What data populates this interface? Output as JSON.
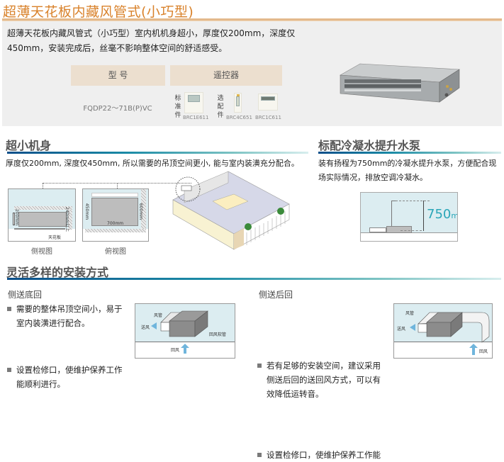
{
  "header": {
    "title": "超薄天花板内藏风管式(小巧型)",
    "intro_line1": "超薄天花板内藏风管式（小巧型）室内机机身超小，厚度仅200mm，深度仅",
    "intro_line2": "450mm，安装完成后，丝毫不影响整体空间的舒适感受。"
  },
  "spec_table": {
    "model_header": "型  号",
    "remote_header": "遥控器",
    "model_value": "FQDP22～71B(P)VC",
    "standard_label": [
      "标",
      "准",
      "件"
    ],
    "optional_label": [
      "选",
      "配",
      "件"
    ],
    "remotes": [
      {
        "type": "standard",
        "name": "BRC1E611"
      },
      {
        "type": "optional",
        "name": "BRC4C651"
      },
      {
        "type": "optional",
        "name": "BRC1C611"
      }
    ]
  },
  "section_compact": {
    "title": "超小机身",
    "text": "厚度仅200mm, 深度仅450mm, 所以需要的吊顶空间更小, 能与室内装潢充分配合。",
    "side_view": {
      "caption": "侧视图",
      "height_label": "200mm",
      "clearance_label": "240mm以上",
      "ceiling_label": "天花板"
    },
    "top_view": {
      "caption": "俯视图",
      "depth_label": "450mm",
      "width_label": "700mm",
      "right_label": "600mm"
    }
  },
  "section_pump": {
    "title": "标配冷凝水提升水泵",
    "text": "装有扬程为750mm的冷凝水提升水泵，方便配合现场实际情况，排放空调冷凝水。",
    "lift_value": "750",
    "lift_unit": "mm"
  },
  "section_install": {
    "title": "灵活多样的安装方式",
    "options": [
      {
        "title": "侧送底回",
        "bullets": [
          "需要的整体吊顶空间小，易于室内装潢进行配合。",
          "设置检修口，使维护保养工作能顺利进行。"
        ],
        "labels": {
          "duct": "风管",
          "supply": "送风",
          "return": "回风",
          "hose": "回风软管"
        }
      },
      {
        "title": "侧送后回",
        "bullets": [
          "若有足够的安装空间，建议采用侧送后回的送回风方式，可以有效降低运转音。",
          "设置检修口，使维护保养工作能"
        ],
        "labels": {
          "duct": "风管",
          "supply": "送风",
          "return": "回风"
        }
      }
    ]
  },
  "colors": {
    "title_orange": "#d9822b",
    "rule_blue": "#0b4f8a",
    "rule_teal": "#7cc3c3",
    "diagram_blue": "#dcedf1",
    "lift_text": "#2aa6b8"
  }
}
